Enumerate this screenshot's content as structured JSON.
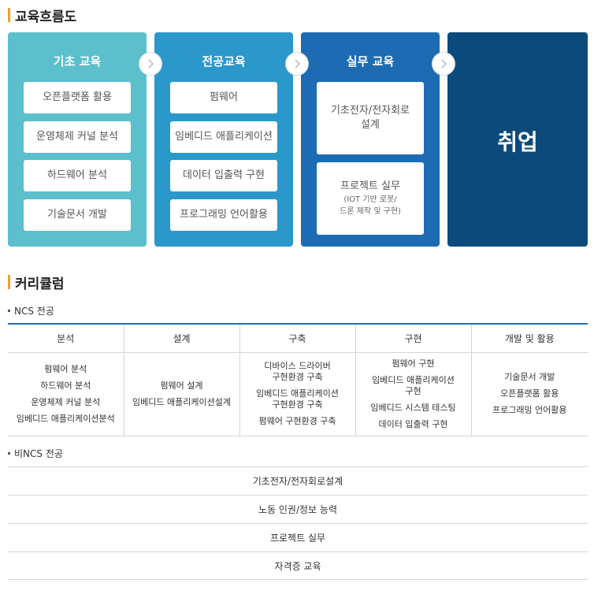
{
  "flow_section": {
    "title": "교육흐름도"
  },
  "flow": {
    "col1": {
      "title": "기초 교육",
      "items": [
        "오픈플랫폼 활용",
        "운영체제 커널 분석",
        "하드웨어 분석",
        "기술문서 개발"
      ]
    },
    "col2": {
      "title": "전공교육",
      "items": [
        "펌웨어",
        "임베디드 애플리케이션",
        "데이터 입출력 구현",
        "프로그래밍 언어활용"
      ]
    },
    "col3": {
      "title": "실무 교육",
      "item1": "기초전자/전자회로\n설계",
      "item2_main": "프로젝트 실무",
      "item2_sub1": "(IOT 기반 로봇/",
      "item2_sub2": "드론 제작 및 구현)"
    },
    "col4": {
      "title": "취업"
    },
    "colors": {
      "col1": "#5bc0cc",
      "col2": "#2b98cb",
      "col3": "#1d6cb3",
      "col4": "#0d4a7c",
      "accent": "#f0a030"
    }
  },
  "curriculum_section": {
    "title": "커리큘럼"
  },
  "ncs": {
    "label": "NCS 전공",
    "headers": [
      "분석",
      "설계",
      "구축",
      "구현",
      "개발 및 활용"
    ],
    "cells": [
      [
        "펌웨어 분석",
        "하드웨어 분석",
        "운영체제 커널 분석",
        "임베디드 애플리케이션분석"
      ],
      [
        "펌웨어 설계",
        "임베디드 애플리케이션설계"
      ],
      [
        "디바이스 드라이버\n구현환경 구축",
        "임베디드 애플리케이션\n구현환경 구축",
        "펌웨어 구현환경 구축"
      ],
      [
        "펌웨어 구현",
        "임베디드 애플리케이션\n구현",
        "임베디드 시스템 테스팅",
        "데이터 입출력 구현"
      ],
      [
        "기술문서 개발",
        "오픈플랫폼 활용",
        "프로그래밍 언어활용"
      ]
    ]
  },
  "non_ncs": {
    "label": "비NCS 전공",
    "rows": [
      "기초전자/전자회로설계",
      "노동 인권/정보 능력",
      "프로젝트 실무",
      "자격증 교육"
    ]
  }
}
